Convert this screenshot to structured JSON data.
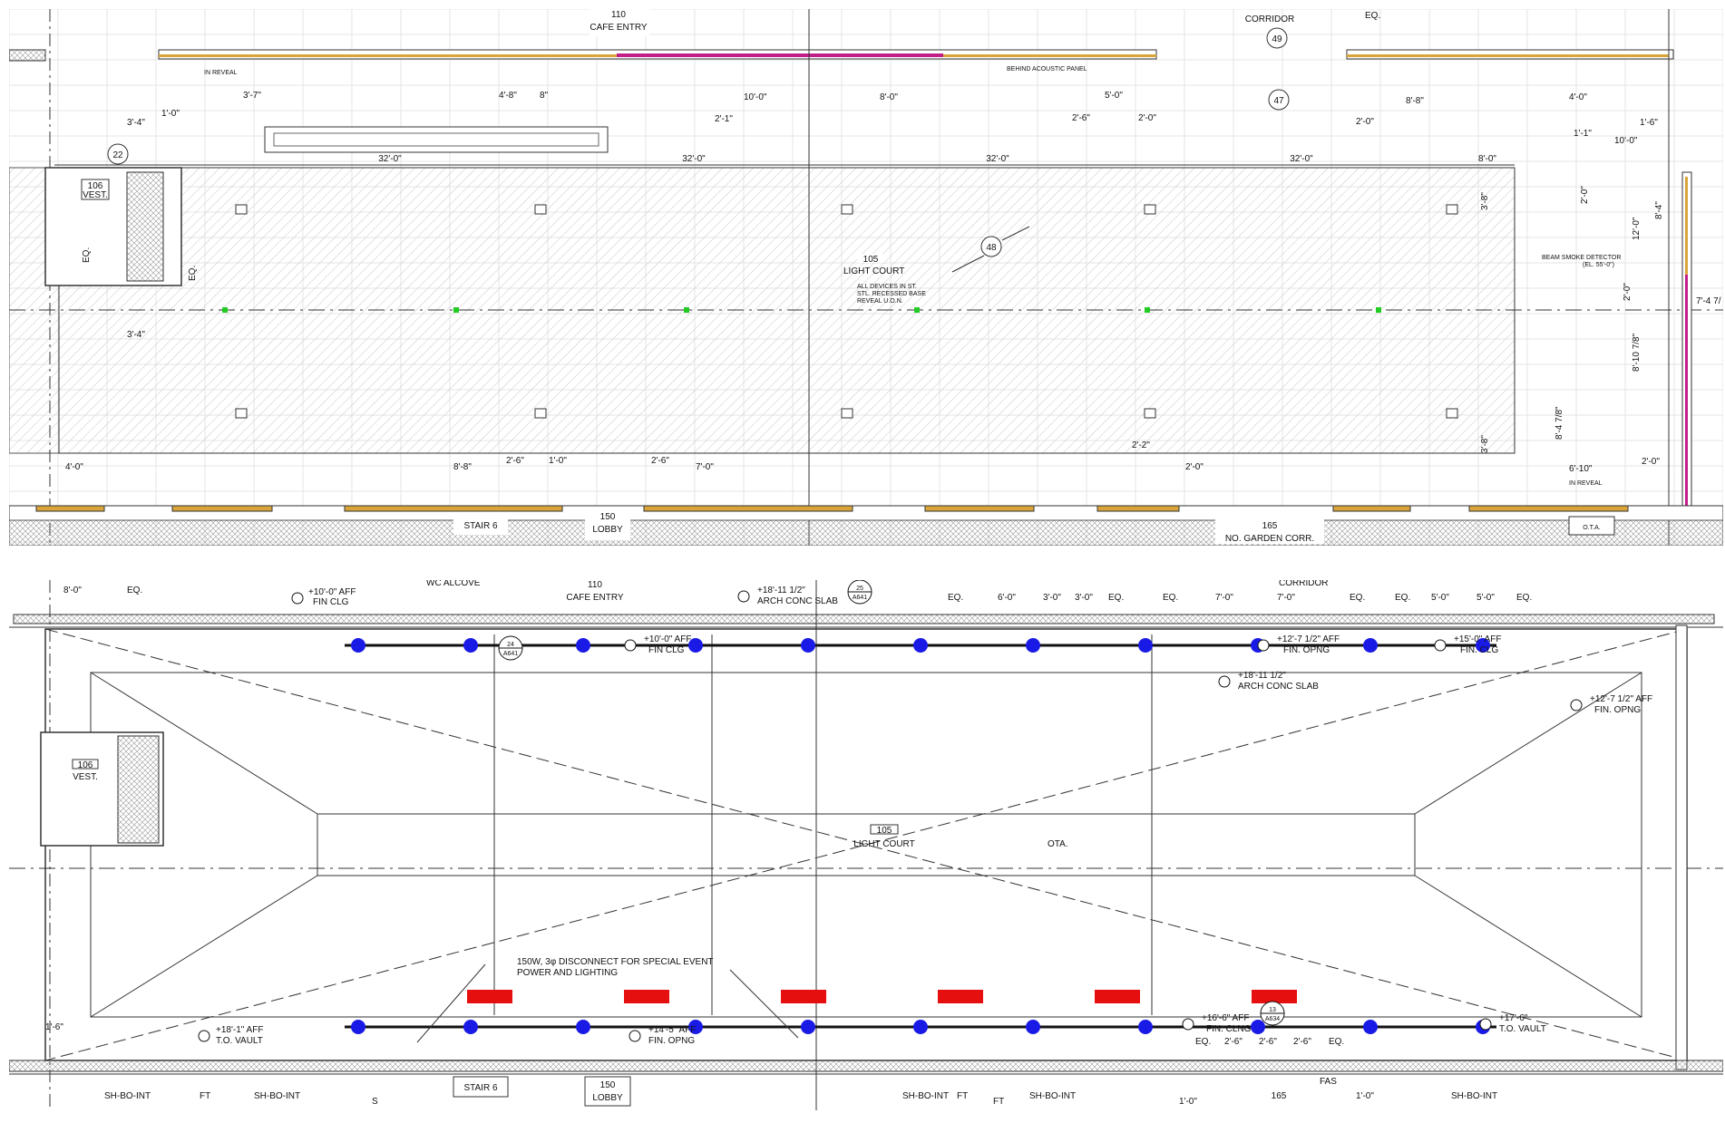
{
  "top": {
    "room_name": "LIGHT COURT",
    "room_number": "105",
    "device_note": [
      "ALL DEVICES IN ST.",
      "STL. RECESSED BASE",
      "REVEAL U.O.N."
    ],
    "vest_number": "106",
    "vest_label": "VEST.",
    "cafe_number": "110",
    "cafe_label": "CAFE ENTRY",
    "corridor_label": "CORRIDOR",
    "stair_label": "STAIR 6",
    "lobby_number": "150",
    "lobby_label": "LOBBY",
    "garden_number": "165",
    "garden_label": "NO. GARDEN CORR.",
    "beam_smoke_label": "BEAM SMOKE DETECTOR",
    "beam_smoke_elev": "(EL. 55'-0\")",
    "acoustic_label": "BEHIND ACOUSTIC PANEL",
    "in_reveal": "IN REVEAL",
    "ota": "O.T.A.",
    "tags": [
      "22",
      "47",
      "48",
      "49"
    ],
    "dims_row1": [
      "32'-0\"",
      "32'-0\"",
      "32'-0\"",
      "32'-0\"",
      "8'-0\""
    ],
    "dims_upper": [
      "1'-0\"",
      "3'-4\"",
      "3'-7\"",
      "4'-8\"",
      "8\"",
      "10'-0\"",
      "2'-1\"",
      "8'-0\"",
      "5'-0\"",
      "2'-6\"",
      "2'-0\"",
      "8'-8\"",
      "2'-0\"",
      "4'-0\"",
      "10'-0\"",
      "1'-6\"",
      "1'-1\""
    ],
    "dims_lower": [
      "4'-0\"",
      "8'-8\"",
      "2'-6\"",
      "1'-0\"",
      "2'-6\"",
      "7'-0\"",
      "2'-2\"",
      "2'-0\"",
      "6'-10\"",
      "2'-0\"",
      "3'-4\""
    ],
    "dims_vertical": [
      "3'-8\"",
      "2'-0\"",
      "12'-0\"",
      "8'-4\"",
      "2'-0\"",
      "8'-10 7/8\"",
      "8'-4 7/8\"",
      "3'-8\"",
      "7'-4 7/"
    ],
    "eq": "EQ."
  },
  "bottom": {
    "room_name": "LIGHT COURT",
    "room_number": "105",
    "ota": "OTA.",
    "vest_number": "106",
    "vest_label": "VEST.",
    "cafe_number": "110",
    "cafe_label": "CAFE ENTRY",
    "corridor_label": "CORRIDOR",
    "wc_alcove": "WC ALCOVE",
    "stair_label": "STAIR 6",
    "lobby_number": "150",
    "lobby_label": "LOBBY",
    "garden_number": "165",
    "fas": "FAS",
    "disconnect_note": [
      "150W, 3φ DISCONNECT FOR SPECIAL EVENT",
      "POWER AND LIGHTING"
    ],
    "elevations": [
      {
        "value": "+10'-0\" AFF",
        "sub": "FIN CLG"
      },
      {
        "value": "+18'-11 1/2\"",
        "sub": "ARCH CONC SLAB"
      },
      {
        "value": "+10'-0\" AFF",
        "sub": "FIN CLG"
      },
      {
        "value": "+12'-7 1/2\" AFF",
        "sub": "FIN. OPNG"
      },
      {
        "value": "+15'-0\" AFF",
        "sub": "FIN. CLG"
      },
      {
        "value": "+18'-11 1/2\"",
        "sub": "ARCH CONC SLAB"
      },
      {
        "value": "+12'-7 1/2\" AFF",
        "sub": "FIN. OPNG"
      },
      {
        "value": "+18'-1\" AFF",
        "sub": "T.O. VAULT"
      },
      {
        "value": "+14'-5\" AFF",
        "sub": "FIN. OPNG"
      },
      {
        "value": "+16'-6\" AFF",
        "sub": "FIN. CLNG"
      },
      {
        "value": "+17'-6\"",
        "sub": "T.O. VAULT"
      }
    ],
    "section_tags": [
      {
        "num": "24",
        "sheet": "A641"
      },
      {
        "num": "25",
        "sheet": "A641"
      },
      {
        "num": "13",
        "sheet": "A634"
      }
    ],
    "top_dims": [
      "8'-0\"",
      "EQ.",
      "EQ.",
      "6'-0\"",
      "3'-0\"",
      "3'-0\"",
      "EQ.",
      "EQ.",
      "7'-0\"",
      "7'-0\"",
      "EQ.",
      "EQ.",
      "5'-0\"",
      "5'-0\"",
      "EQ."
    ],
    "bottom_dims": [
      "1'-6\"",
      "EQ.",
      "2'-6\"",
      "2'-6\"",
      "2'-6\"",
      "EQ.",
      "1'-0\"",
      "1'-0\""
    ],
    "bottom_labels": [
      "SH-BO-INT",
      "FT",
      "SH-BO-INT",
      "S",
      "SH-BO-INT",
      "FT",
      "FT",
      "SH-BO-INT",
      "SH-BO-INT"
    ]
  }
}
